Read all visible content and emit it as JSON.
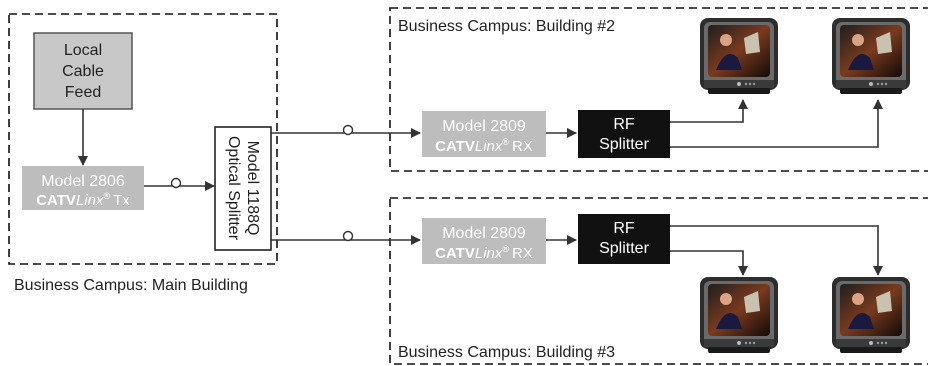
{
  "regions": {
    "main": "Business Campus: Main Building",
    "building2": "Business Campus: Building #2",
    "building3": "Business Campus: Building #3"
  },
  "cable_feed": [
    "Local",
    "Cable",
    "Feed"
  ],
  "tx": {
    "model": "Model 2806",
    "brand_bold": "CATV",
    "brand_italic": "Linx",
    "reg": "®",
    "suffix": "Tx"
  },
  "splitter": {
    "line1": "Model 1188Q",
    "line2": "Optical Splitter"
  },
  "rx": {
    "model": "Model 2809",
    "brand_bold": "CATV",
    "brand_italic": "Linx",
    "reg": "®",
    "suffix": "RX"
  },
  "rf_splitter": {
    "line1": "RF",
    "line2": "Splitter"
  },
  "colors": {
    "feed_box": "#c8c8c8",
    "model_box": "#bdbdbd",
    "model_text": "#ffffff",
    "rf_box": "#111111",
    "line": "#333333"
  }
}
